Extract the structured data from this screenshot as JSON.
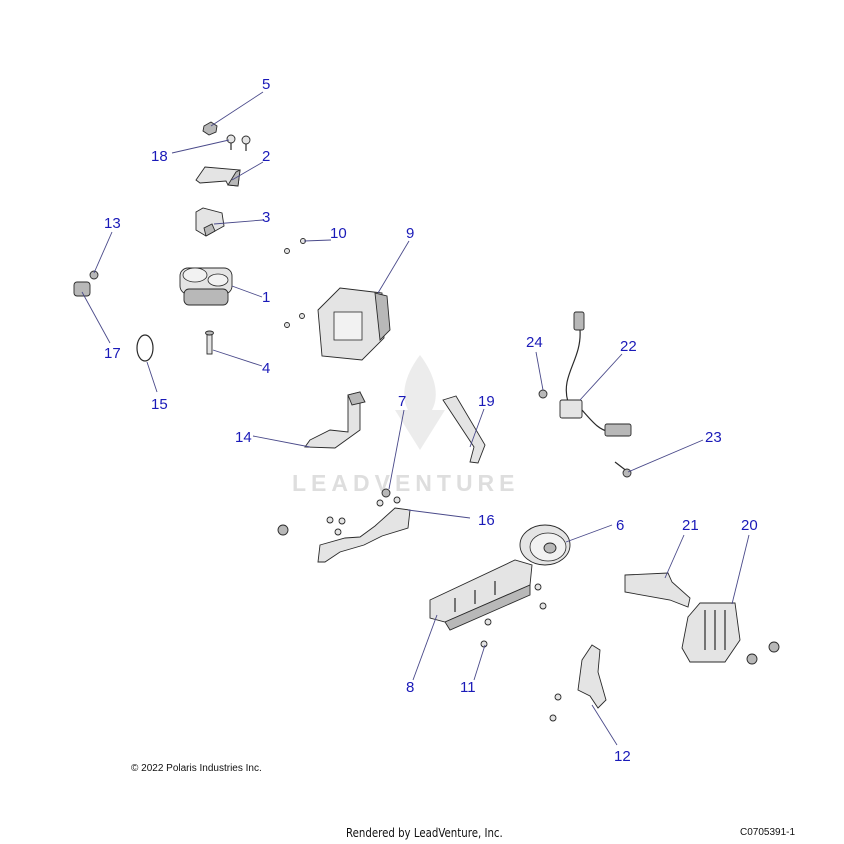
{
  "watermark": {
    "text": "LEADVENTURE"
  },
  "copyright": "© 2022 Polaris Industries Inc.",
  "rendered_by": "Rendered by LeadVenture, Inc.",
  "diagram_code": "C0705391-1",
  "callouts": [
    "1",
    "2",
    "3",
    "4",
    "5",
    "6",
    "7",
    "8",
    "9",
    "10",
    "11",
    "12",
    "13",
    "14",
    "15",
    "16",
    "17",
    "18",
    "19",
    "20",
    "21",
    "22",
    "23",
    "24"
  ],
  "colors": {
    "callout": "#1a1ab8",
    "leader": "#4a4a8a"
  }
}
